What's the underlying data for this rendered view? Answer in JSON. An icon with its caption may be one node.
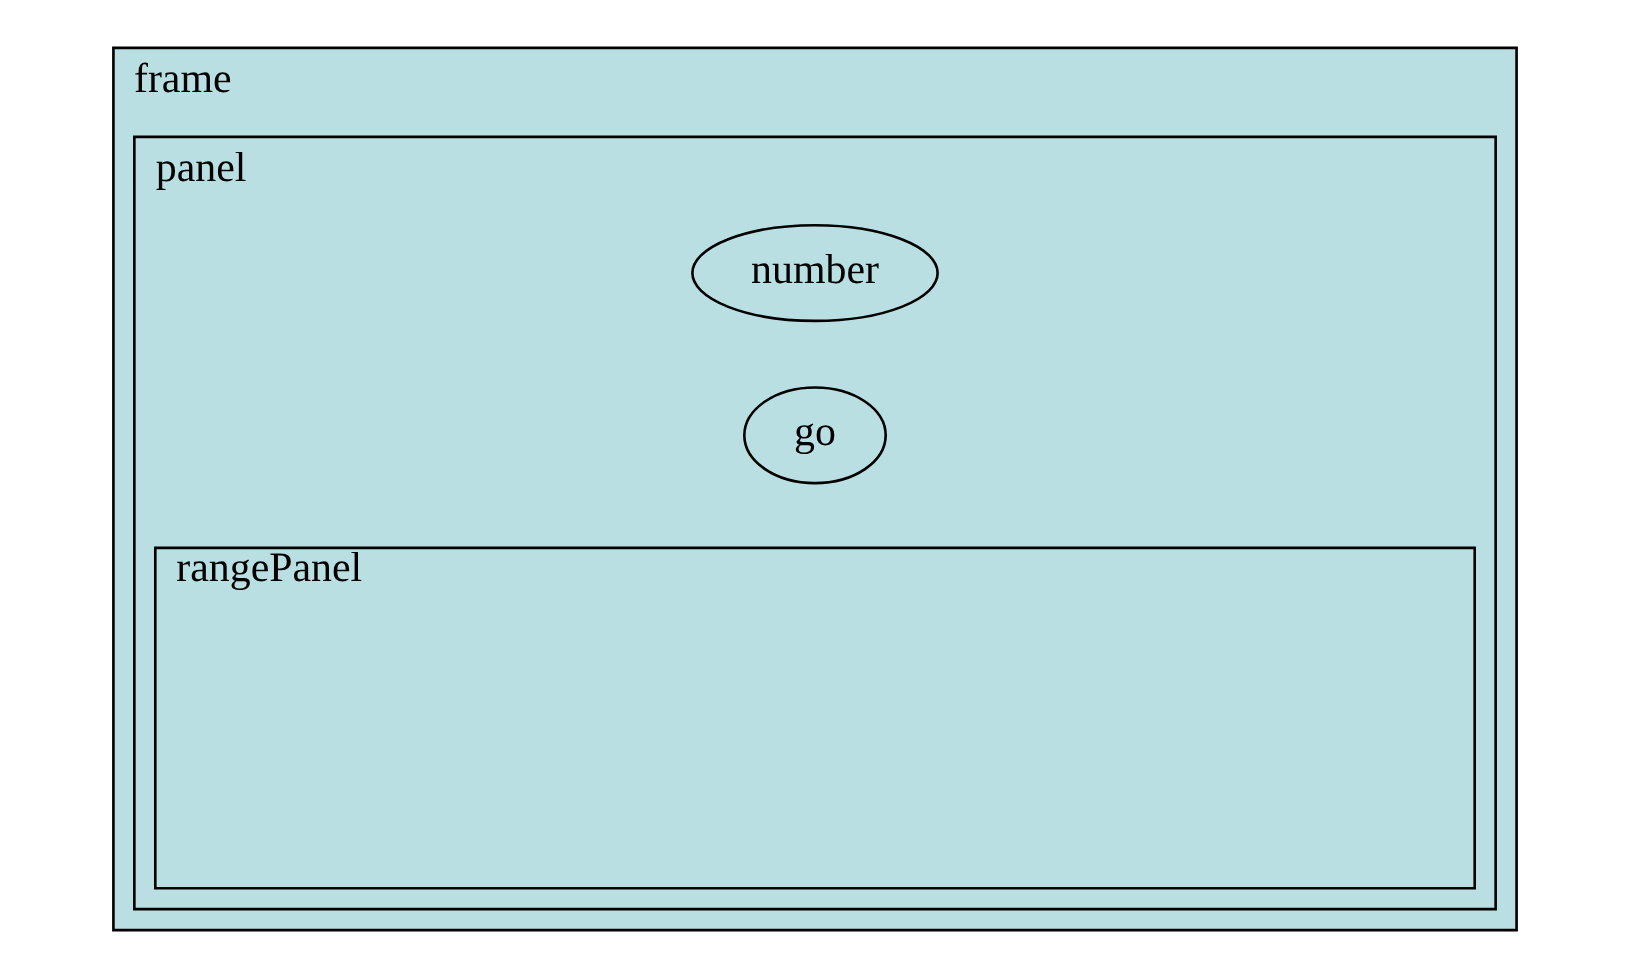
{
  "diagram": {
    "nodes": [
      {
        "text": [
          "frame"
        ]
      },
      {
        "text": [
          "panel"
        ],
        "in": 0
      },
      {
        "text": [
          "number"
        ],
        "in": 1
      },
      {
        "text": [
          "go"
        ],
        "in": 1
      },
      {
        "text": [
          "rangePanel"
        ],
        "in": 1
      }
    ]
  }
}
